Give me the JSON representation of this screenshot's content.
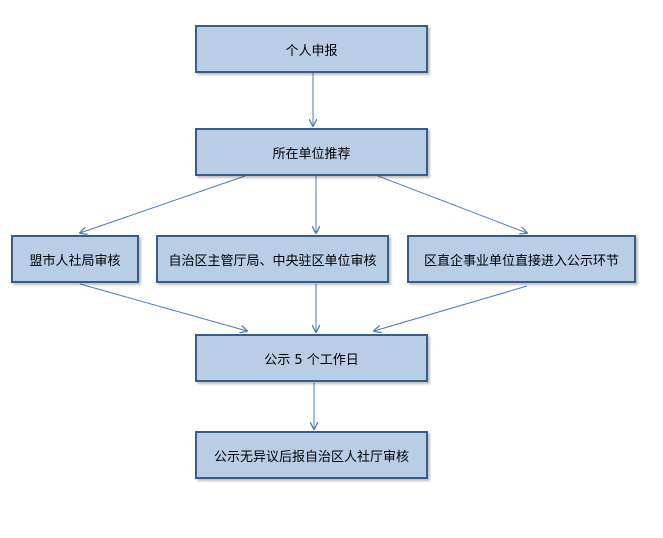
{
  "flowchart": {
    "steps": [
      {
        "label": "个人申报"
      },
      {
        "label": "所在单位推荐"
      },
      {
        "label": "盟市人社局审核"
      },
      {
        "label": "自治区主管厅局、中央驻区单位审核"
      },
      {
        "label": "区直企事业单位直接进入公示环节"
      },
      {
        "label": "公示 5 个工作日"
      },
      {
        "label": "公示无异议后报自治区人社厅审核"
      }
    ],
    "colors": {
      "box_fill": "#b9cde5",
      "box_border": "#385d8a",
      "arrow": "#4a7ebb"
    }
  }
}
